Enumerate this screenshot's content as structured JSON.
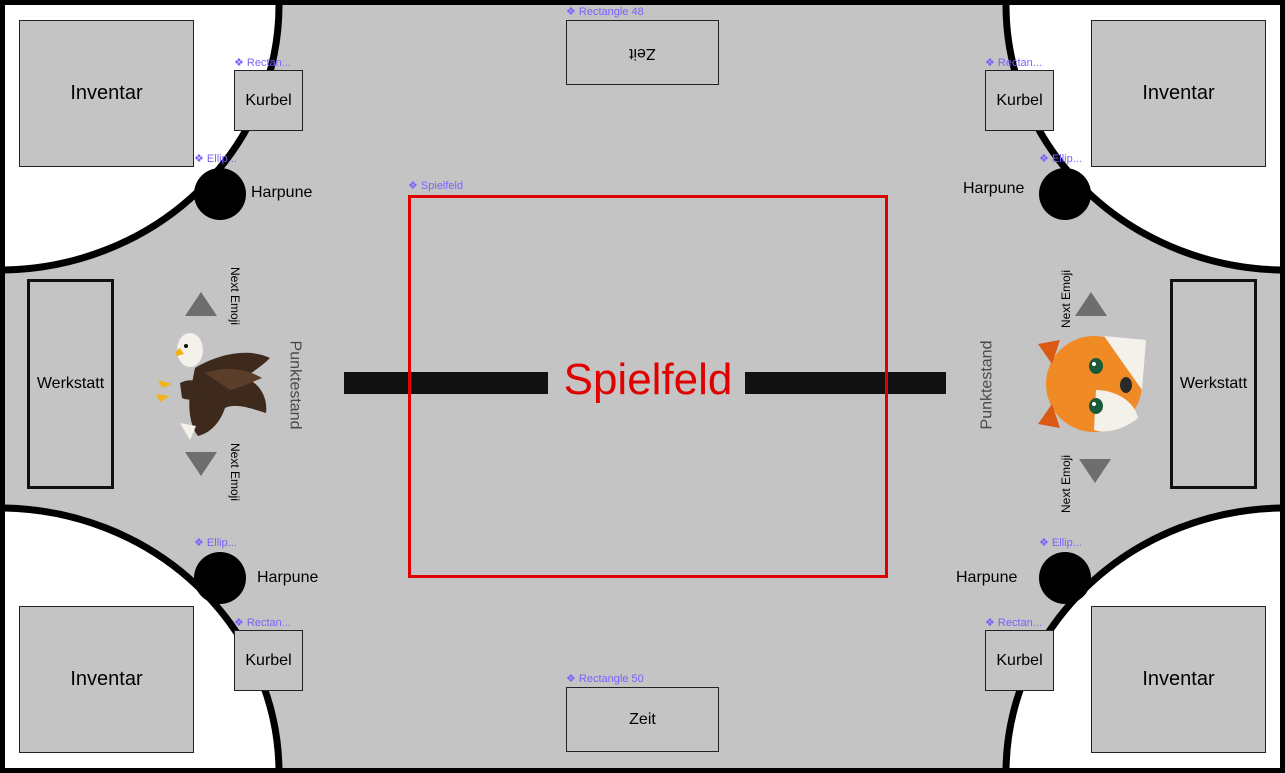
{
  "component_tags": {
    "rect_top_zeit": "❖ Rectangle 48",
    "rect_bottom_zeit": "❖ Rectangle 50",
    "spielfeld": "❖ Spielfeld",
    "rect_short": "❖ Rectan...",
    "ellipse_short": "❖ Ellip..."
  },
  "labels": {
    "inventar": "Inventar",
    "kurbel": "Kurbel",
    "harpune": "Harpune",
    "werkstatt": "Werkstatt",
    "zeit": "Zeit",
    "punktestand": "Punktestand",
    "next_emoji": "Next Emoji",
    "spielfeld": "Spielfeld"
  },
  "players": {
    "left_emoji": "eagle-emoji",
    "right_emoji": "fox-emoji"
  },
  "colors": {
    "board_gray": "#c4c4c4",
    "outline": "#000000",
    "spielfeld_red": "#e00000",
    "component_purple": "#7b61ff",
    "arrow_gray": "#6e6e6e"
  }
}
